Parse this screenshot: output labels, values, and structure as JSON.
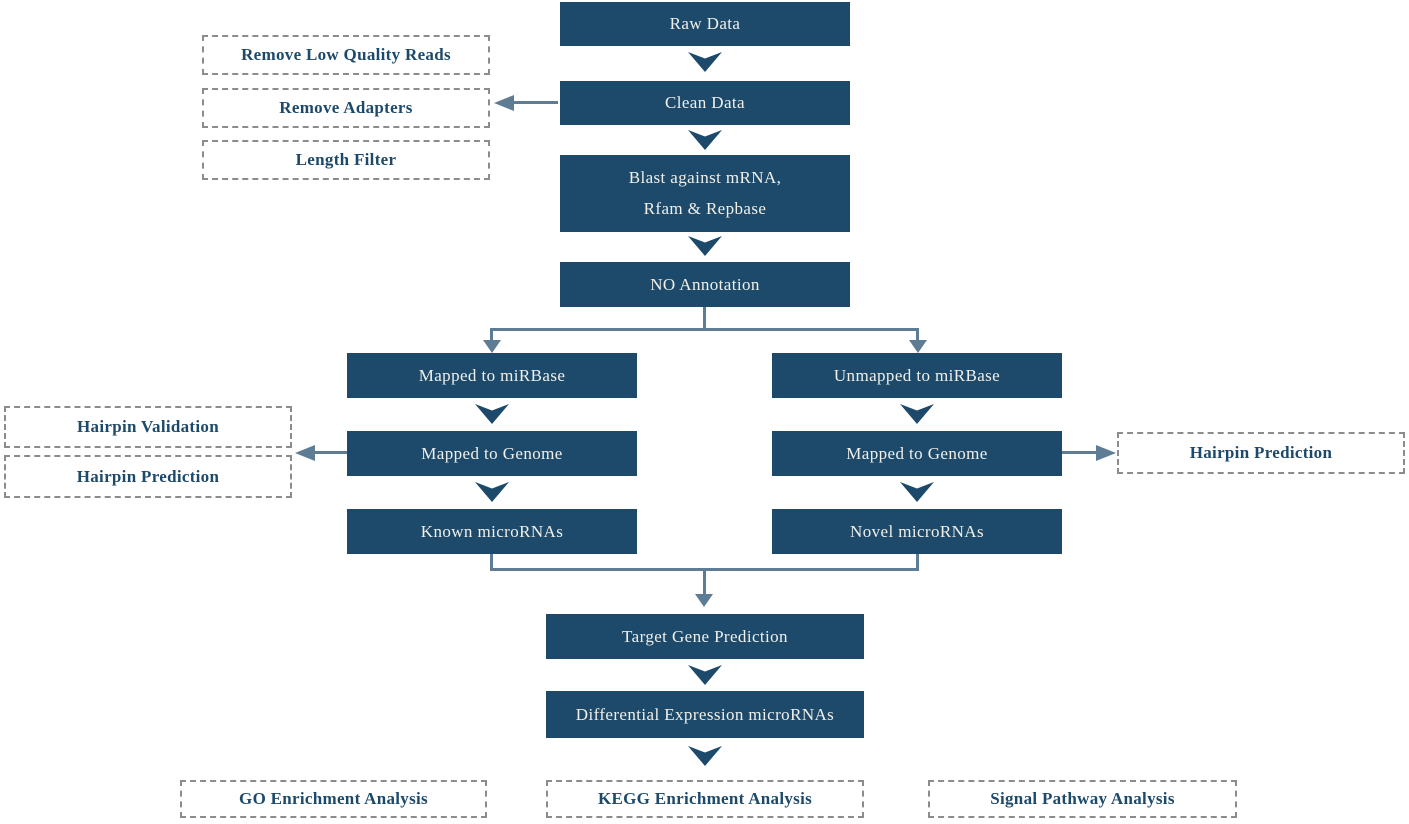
{
  "colors": {
    "node_fill": "#1d4a6b",
    "node_text": "#f0efe9",
    "dashed_border": "#8c8c8c",
    "dashed_text": "#1d4a6b",
    "connector": "#5e7d95",
    "background": "#ffffff"
  },
  "nodes": {
    "raw_data": "Raw Data",
    "clean_data": "Clean Data",
    "blast_line1": "Blast against mRNA,",
    "blast_line2": "Rfam & Repbase",
    "no_annotation": "NO Annotation",
    "mapped_to_mirbase": "Mapped to miRBase",
    "unmapped_to_mirbase": "Unmapped to miRBase",
    "mapped_to_genome_left": "Mapped to Genome",
    "mapped_to_genome_right": "Mapped to Genome",
    "known_micrornas": "Known microRNAs",
    "novel_micrornas": "Novel microRNAs",
    "target_gene_prediction": "Target Gene Prediction",
    "differential_expression": "Differential Expression microRNAs"
  },
  "clean_data_steps": [
    "Remove Low Quality Reads",
    "Remove Adapters",
    "Length Filter"
  ],
  "hairpin_left": [
    "Hairpin Validation",
    "Hairpin Prediction"
  ],
  "hairpin_right": "Hairpin Prediction",
  "bottom_analyses": [
    "GO Enrichment Analysis",
    "KEGG Enrichment Analysis",
    "Signal Pathway Analysis"
  ]
}
